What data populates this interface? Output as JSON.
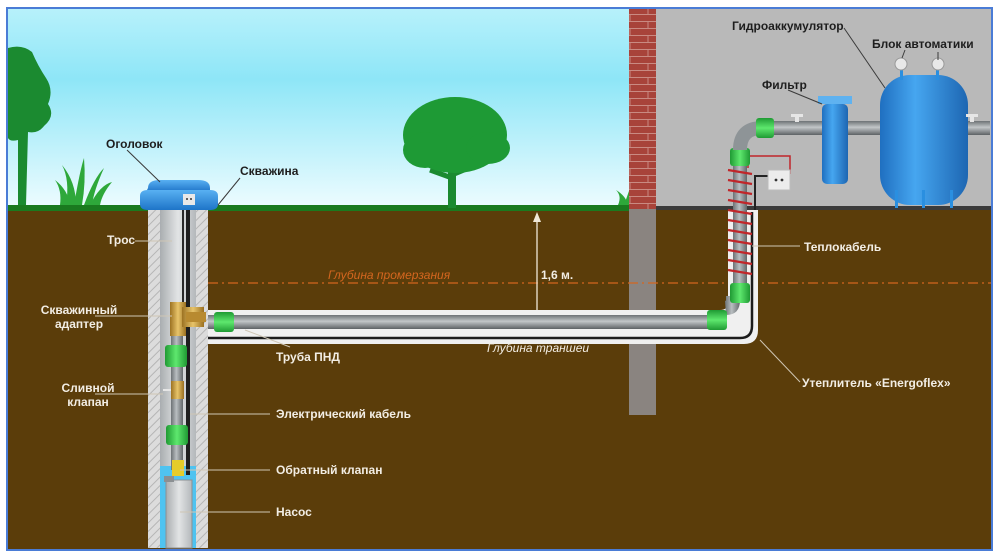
{
  "diagram": {
    "title": "Схема подключения скважины к дому",
    "colors": {
      "sky_top": "#a8eefa",
      "sky_bottom": "#e8fbff",
      "soil": "#5b3d0a",
      "grass": "#1a7a1f",
      "tree": "#1b9a35",
      "wall_interior": "#b8b8b8",
      "brick": "#b0473c",
      "foundation": "#8a8480",
      "pipe": "#8e9497",
      "fitting_green": "#36c24a",
      "brass": "#c79a3a",
      "tank_blue": "#2a8fe0",
      "water": "#4fc3f0",
      "heat_cable": "#c0262a",
      "freeze_line": "#d4661f",
      "frame_border": "#4a7cd6"
    },
    "labels": {
      "wellhead": "Оголовок",
      "well": "Скважина",
      "cable_rope": "Трос",
      "well_adapter_line1": "Скважинный",
      "well_adapter_line2": "адаптер",
      "drain_valve_line1": "Сливной",
      "drain_valve_line2": "клапан",
      "electric_cable": "Электрический кабель",
      "check_valve": "Обратный клапан",
      "pump": "Насос",
      "hdpe_pipe": "Труба ПНД",
      "freezing_depth": "Глубина промерзания",
      "depth_value": "1,6 м.",
      "trench_depth": "Глубина траншеи",
      "heating_cable": "Теплокабель",
      "insulation": "Утеплитель «Energoflex»",
      "accumulator": "Гидроаккумулятор",
      "automation_unit": "Блок автоматики",
      "filter": "Фильтр"
    },
    "freezing_depth_m": 1.6
  }
}
